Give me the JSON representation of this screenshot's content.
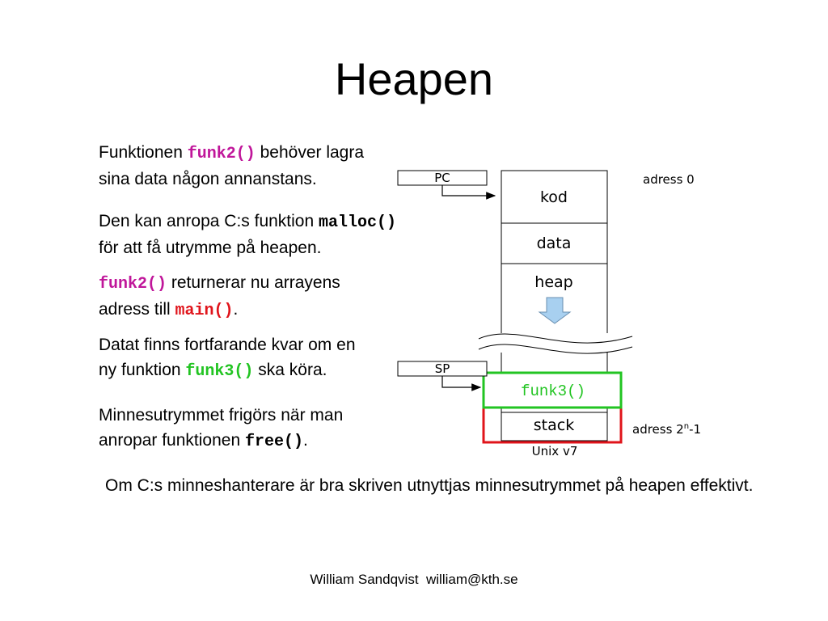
{
  "slide": {
    "title": "Heapen",
    "paragraphs": [
      {
        "line1_pre": "Funktionen ",
        "line1_code": "funk2()",
        "line1_post": " behöver lagra",
        "line2": "sina data någon annanstans."
      },
      {
        "line1_pre": "Den kan anropa C:s funktion ",
        "line1_code": "malloc()",
        "line2": "för att få utrymme på heapen."
      },
      {
        "line1_code": "funk2()",
        "line1_post": " returnerar nu arrayens",
        "line2_pre": "adress till ",
        "line2_code": "main()",
        "line2_post": "."
      },
      {
        "line1": "Datat finns fortfarande kvar om en",
        "line2_pre": "ny funktion ",
        "line2_code": "funk3()",
        "line2_post": " ska köra."
      },
      {
        "line1": "Minnesutrymmet frigörs när man",
        "line2_pre": "anropar funktionen ",
        "line2_code": "free()",
        "line2_post": "."
      }
    ],
    "conclusion": "Om C:s minneshanterare är bra skriven utnyttjas minnesutrymmet på heapen effektivt.",
    "footer": "William Sandqvist  william@kth.se"
  },
  "diagram": {
    "pc_label": "PC",
    "sp_label": "SP",
    "segments": [
      "kod",
      "data",
      "heap",
      "stack"
    ],
    "funk3_label": "funk3()",
    "address_top": "adress 0",
    "address_bottom_base": "adress 2",
    "address_bottom_sup": "n",
    "address_bottom_suffix": "-1",
    "caption": "Unix v7",
    "colors": {
      "magenta": "#c0169a",
      "red": "#e0141b",
      "green": "#22c422",
      "heap_arrow": "#a8d0f0"
    }
  }
}
